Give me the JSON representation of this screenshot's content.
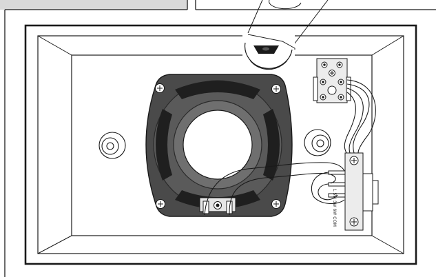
{
  "figure": {
    "components": [
      "speaker-enclosure",
      "woofer",
      "terminal-block",
      "transformer",
      "mounting-standoffs",
      "magnified-detail",
      "wiring"
    ],
    "transformer_label": "1.5W 3W 6W COM",
    "colors": {
      "ink": "#1a1a1a",
      "woofer_frame": "#4a4a4a",
      "woofer_ring": "#6f6f6f",
      "woofer_vent": "#1f1f1f",
      "header_band": "#d9d9d9"
    }
  }
}
